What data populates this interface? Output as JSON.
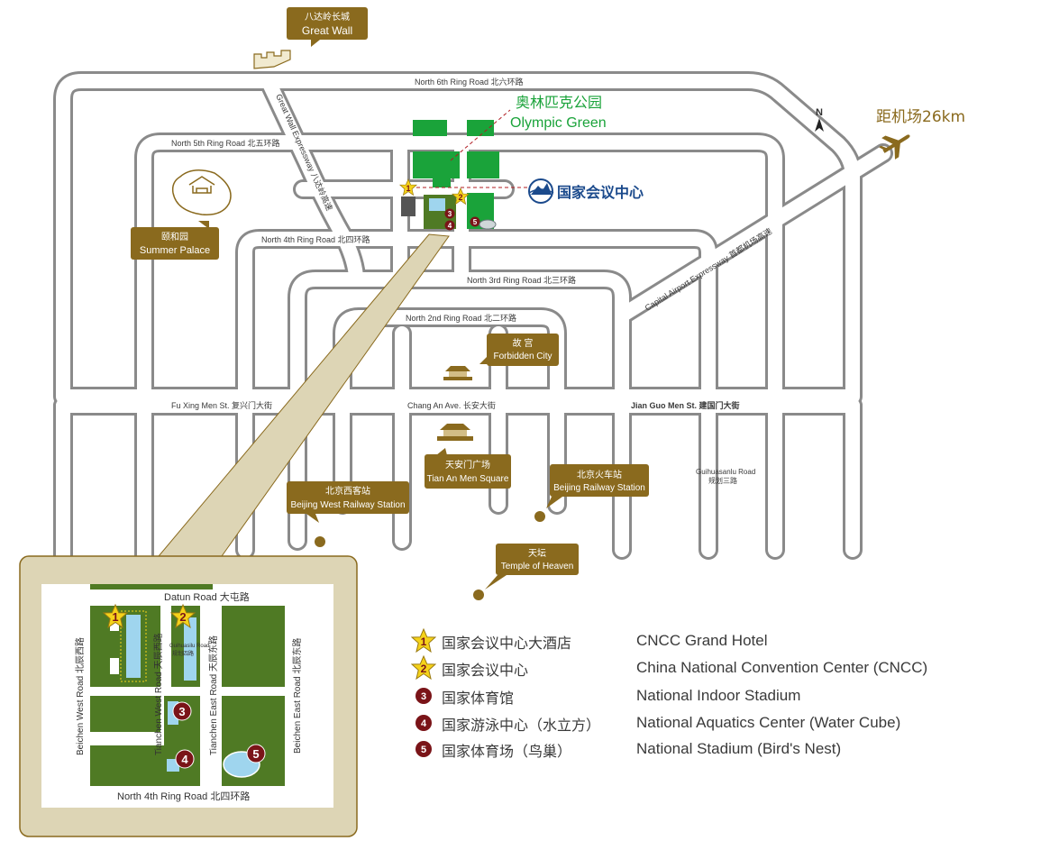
{
  "colors": {
    "road_border": "#8a8a8a",
    "tag_brown": "#8a6a1e",
    "inset_bg": "#ddd5b5",
    "block_green": "#4f7a24",
    "olympic_green": "#1aa33a",
    "water": "#9fd5ee",
    "marker_red": "#7a1418",
    "star_yellow": "#f5d21a",
    "airport_text": "#8a6a1e",
    "cncc_blue": "#1b4a8c"
  },
  "roads": {
    "ring6": "North 6th Ring Road 北六环路",
    "ring5": "North 5th Ring Road 北五环路",
    "ring4": "North 4th Ring Road  北四环路",
    "ring3": "North 3rd Ring Road  北三环路",
    "ring2": "North 2nd Ring Road  北二环路",
    "greatwall_exp": "Great Wall Expressway  八达岭高速",
    "airport_exp": "Capital Airport Expressway  首都机场高速",
    "fuxingmen": "Fu Xing Men St.  复兴门大街",
    "changan": "Chang An Ave.  长安大街",
    "jianguomen": "Jian Guo Men St.  建国门大街",
    "guihuasanlu_en": "Guihuasanlu Road",
    "guihuasanlu_cn": "规划三路"
  },
  "places": {
    "greatwall_cn": "八达岭长城",
    "greatwall_en": "Great Wall",
    "summer_cn": "颐和园",
    "summer_en": "Summer Palace",
    "olympic_cn": "奥林匹克公园",
    "olympic_en": "Olympic Green",
    "cncc_cn": "国家会议中心",
    "airport_cn": "距机场26km",
    "forbidden_cn": "故 宫",
    "forbidden_en": "Forbidden City",
    "tiananmen_cn": "天安门广场",
    "tiananmen_en": "Tian An Men Square",
    "westrail_cn": "北京西客站",
    "westrail_en": "Beijing West Railway Station",
    "rail_cn": "北京火车站",
    "rail_en": "Beijing Railway Station",
    "heaven_cn": "天坛",
    "heaven_en": "Temple of Heaven",
    "north_letter": "N"
  },
  "inset": {
    "datun": "Datun Road   大屯路",
    "ring4": "North 4th Ring Road  北四环路",
    "beichen_west": "Beichen West Road  北辰西路",
    "tianchen_west": "Tianchen West Road  天辰西路",
    "tianchen_east": "Tianchen East Road  天辰东路",
    "beichen_east": "Beichen East Road  北辰东路",
    "guihuasilu_en": "Guihuasilu Road",
    "guihuasilu_cn": "规划四路"
  },
  "markers": [
    "1",
    "2",
    "3",
    "4",
    "5"
  ],
  "legend": [
    {
      "num": "1",
      "icon": "star",
      "cn": "国家会议中心大酒店",
      "en": "CNCC Grand Hotel"
    },
    {
      "num": "2",
      "icon": "star",
      "cn": "国家会议中心",
      "en": "China National Convention Center (CNCC)"
    },
    {
      "num": "3",
      "icon": "circle",
      "cn": "国家体育馆",
      "en": "National Indoor Stadium"
    },
    {
      "num": "4",
      "icon": "circle",
      "cn": "国家游泳中心（水立方）",
      "en": "National Aquatics Center (Water Cube)"
    },
    {
      "num": "5",
      "icon": "circle",
      "cn": "国家体育场（鸟巢）",
      "en": "National Stadium (Bird's Nest)"
    }
  ]
}
